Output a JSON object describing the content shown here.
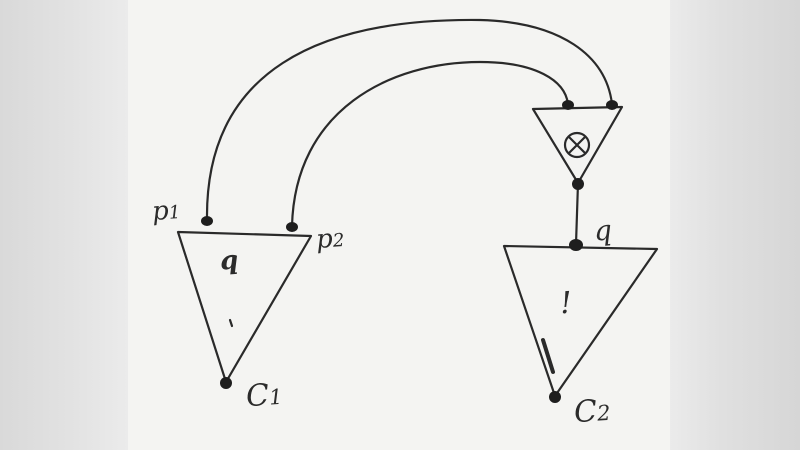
{
  "diagram": {
    "labels": {
      "p1": "p",
      "p1_sub": "1",
      "p2": "p",
      "p2_sub": "2",
      "q_output": "q",
      "c1": "C",
      "c1_sub": "1",
      "c2": "C",
      "c2_sub": "2",
      "inner_q": "q",
      "inner_bang": "!",
      "operator": "⊗"
    }
  }
}
